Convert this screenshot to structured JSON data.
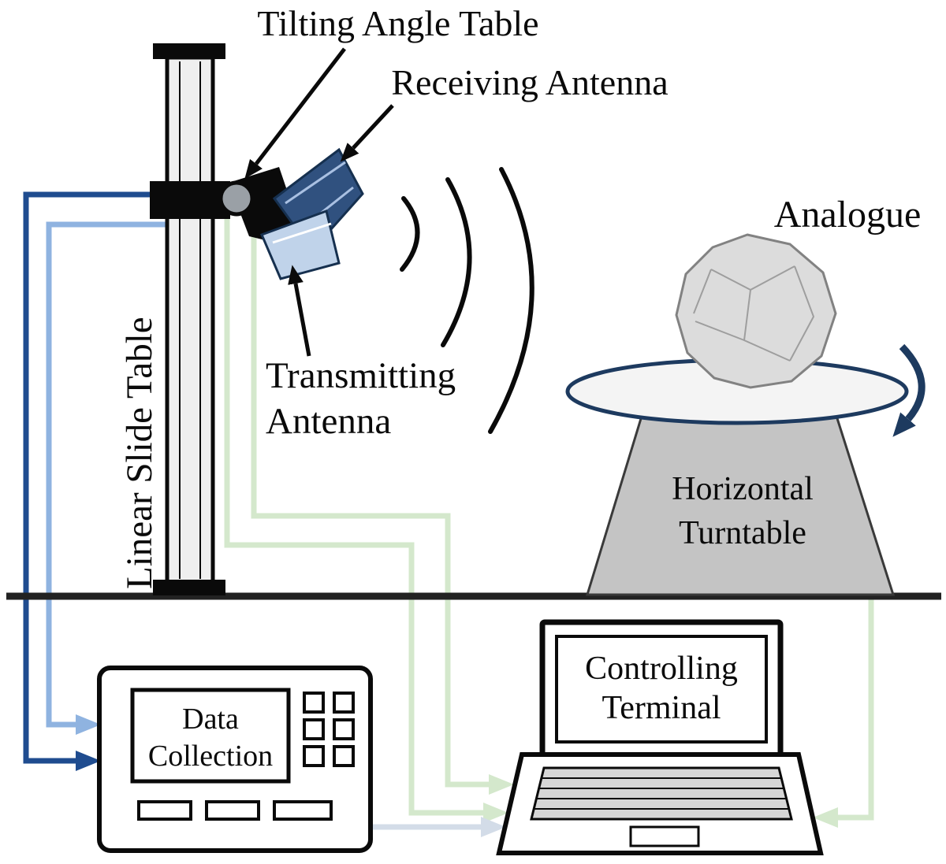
{
  "diagram": {
    "labels": {
      "tilting_angle_table": "Tilting Angle Table",
      "receiving_antenna": "Receiving Antenna",
      "transmitting_antenna_line1": "Transmitting",
      "transmitting_antenna_line2": "Antenna",
      "linear_slide_table": "Linear Slide Table",
      "analogue": "Analogue",
      "horizontal_turntable_line1": "Horizontal",
      "horizontal_turntable_line2": "Turntable",
      "data_collection_line1": "Data",
      "data_collection_line2": "Collection",
      "controlling_terminal_line1": "Controlling",
      "controlling_terminal_line2": "Terminal"
    },
    "icons": {
      "rotation_arrow": "curved-rotation-arrow",
      "signal_waves": "radio-wave-arcs",
      "flow_arrows": "connection-arrowheads"
    },
    "colors": {
      "dark_blue": "#1f4c8f",
      "light_blue": "#8fb3e0",
      "pale_green": "#d4e8cc",
      "pale_gray_blue": "#d3dce8",
      "navy": "#1d3a5f",
      "horn_dark": "#30517f",
      "horn_light": "#c0d3ea",
      "pedestal_gray": "#c4c4c4",
      "rock_gray": "#dcdcdc"
    }
  }
}
